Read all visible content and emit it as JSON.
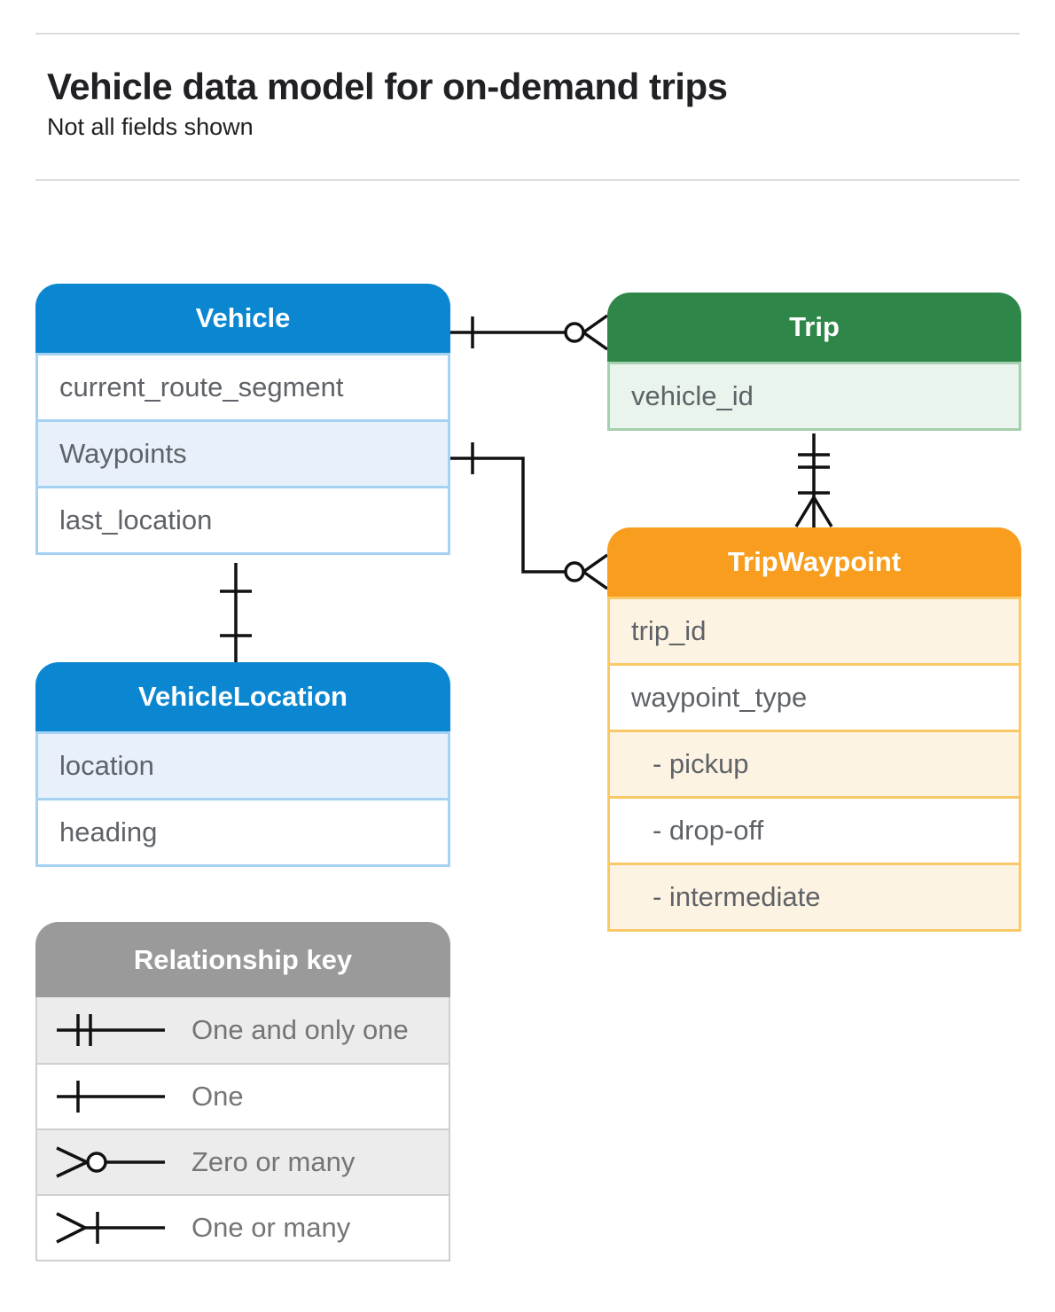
{
  "page": {
    "title": "Vehicle data model for on-demand trips",
    "subtitle": "Not all fields shown"
  },
  "entities": {
    "vehicle": {
      "title": "Vehicle",
      "fields": [
        "current_route_segment",
        "Waypoints",
        "last_location"
      ]
    },
    "trip": {
      "title": "Trip",
      "fields": [
        "vehicle_id"
      ]
    },
    "tripWaypoint": {
      "title": "TripWaypoint",
      "fields": [
        "trip_id",
        "waypoint_type",
        "- pickup",
        "- drop-off",
        "- intermediate"
      ]
    },
    "vehicleLocation": {
      "title": "VehicleLocation",
      "fields": [
        "location",
        "heading"
      ]
    }
  },
  "relationships": [
    {
      "from": "Vehicle",
      "to": "Trip",
      "from_cardinality": "one",
      "to_cardinality": "zero-or-many"
    },
    {
      "from": "Vehicle.Waypoints",
      "to": "TripWaypoint",
      "from_cardinality": "one",
      "to_cardinality": "zero-or-many"
    },
    {
      "from": "Trip",
      "to": "TripWaypoint",
      "from_cardinality": "one-and-only-one",
      "to_cardinality": "one-or-many"
    },
    {
      "from": "Vehicle",
      "to": "VehicleLocation",
      "from_cardinality": "one",
      "to_cardinality": "one"
    }
  ],
  "legend": {
    "title": "Relationship key",
    "items": [
      {
        "symbol": "one-and-only-one",
        "label": "One and only one"
      },
      {
        "symbol": "one",
        "label": "One"
      },
      {
        "symbol": "zero-or-many",
        "label": "Zero or many"
      },
      {
        "symbol": "one-or-many",
        "label": "One or many"
      }
    ]
  },
  "colors": {
    "blue-header": "#0b87d1",
    "blue-border": "#a5d2f3",
    "blue-row": "#e8f1fb",
    "green-header": "#2e8748",
    "green-border": "#a5cfae",
    "green-row": "#e9f4ec",
    "orange-header": "#f89d1d",
    "orange-border": "#f9c968",
    "orange-row": "#fdf3e2",
    "gray-header": "#9a9a9a",
    "gray-border": "#cfcfcf",
    "gray-row": "#ececec",
    "field-text": "#5f6368",
    "legend-text": "#757575",
    "title-text": "#202124",
    "rule": "#dadce0",
    "connector": "#111111"
  }
}
